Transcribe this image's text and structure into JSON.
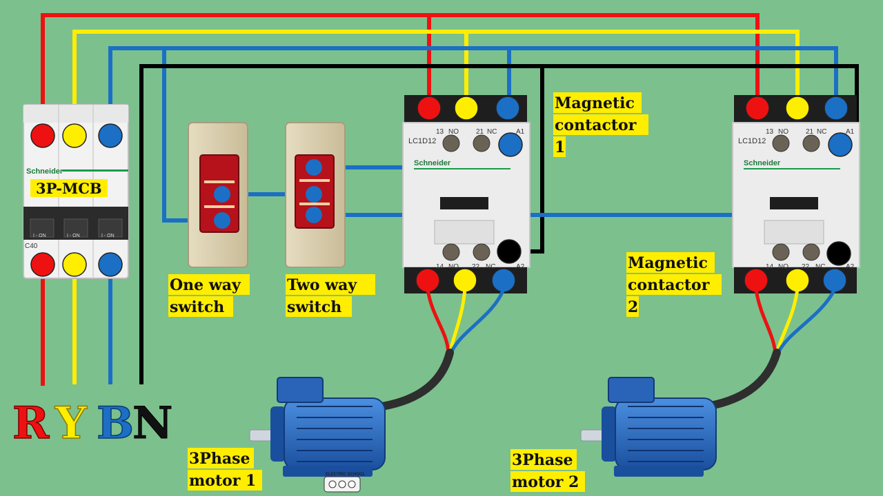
{
  "colors": {
    "background": "#7cc08e",
    "phase_r": "#ee1111",
    "phase_y": "#ffee00",
    "phase_b": "#1b6fc4",
    "neutral": "#000000",
    "label_bg": "#ffee00"
  },
  "mcb": {
    "label": "3P-MCB",
    "brand": "Schneider",
    "model": "C40",
    "handle_text": "I - ON"
  },
  "switches": {
    "one_way": [
      "One way",
      "switch"
    ],
    "two_way": [
      "Two way",
      "switch"
    ]
  },
  "contactors": [
    {
      "label": [
        "Magnetic",
        "contactor",
        "1"
      ],
      "model": "LC1D12",
      "brand": "Schneider",
      "top_terms": [
        "13",
        "NO",
        "21",
        "NC",
        "A1"
      ],
      "bottom_terms": [
        "14",
        "NO",
        "22",
        "NC",
        "A2"
      ]
    },
    {
      "label": [
        "Magnetic",
        "contactor",
        "2"
      ],
      "model": "LC1D12",
      "brand": "Schneider",
      "top_terms": [
        "13",
        "NO",
        "21",
        "NC",
        "A1"
      ],
      "bottom_terms": [
        "14",
        "NO",
        "22",
        "NC",
        "A2"
      ]
    }
  ],
  "motors": [
    {
      "label": [
        "3Phase",
        "motor 1"
      ]
    },
    {
      "label": [
        "3Phase",
        "motor 2"
      ]
    }
  ],
  "phases": {
    "r": "R",
    "y": "Y",
    "b": "B",
    "n": "N"
  },
  "watermark": "ELECTRIC SCHOOL"
}
